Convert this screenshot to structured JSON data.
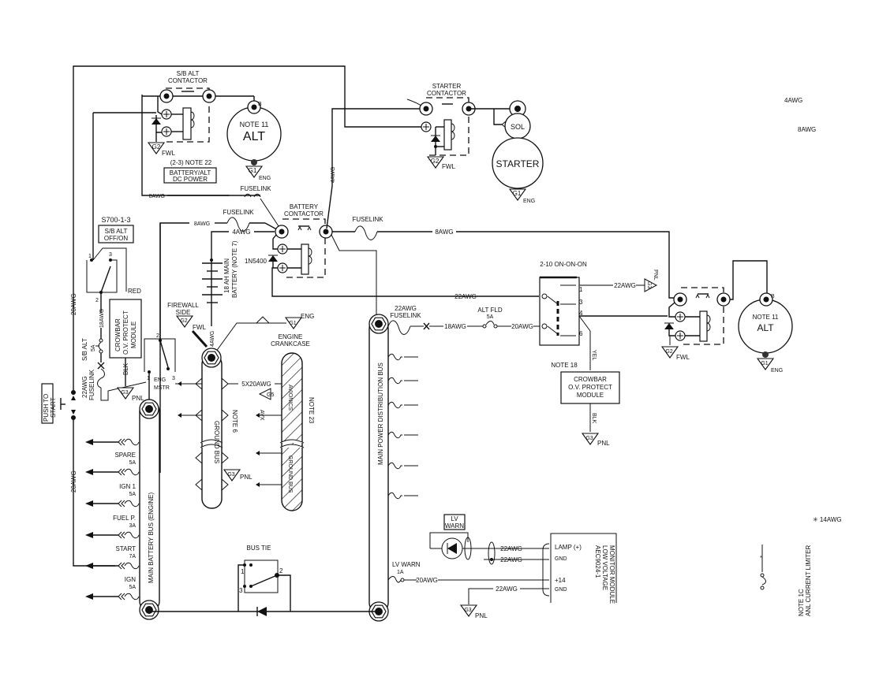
{
  "diagram": {
    "title": "Aircraft electrical system schematic",
    "sb_alt_contactor": {
      "label_1": "S/B ALT",
      "label_2": "CONTACTOR"
    },
    "alt_top": {
      "note": "NOTE 11",
      "name": "ALT",
      "terminal": "B",
      "ground": "G1",
      "ground_loc": "ENG"
    },
    "sb_contactor_ground": {
      "id": "G2",
      "loc": "FWL"
    },
    "power_note": "(2-3) NOTE 22",
    "power_box": {
      "line1": "BATTERY/ALT",
      "line2": "DC POWER"
    },
    "starter_contactor": {
      "label_1": "STARTER",
      "label_2": "CONTACTOR",
      "ground": "G2",
      "ground_loc": "FWL"
    },
    "starter": {
      "solenoid": "SOL",
      "name": "STARTER",
      "ground": "G1",
      "ground_loc": "ENG"
    },
    "legend_right": {
      "awg_4": "4AWG",
      "awg_8": "8AWG",
      "awg_14": "✳ 14AWG"
    },
    "wires": {
      "sb_8awg": "8AWG",
      "fuselink_top": "FUSELINK",
      "bat_8awg": "8AWG",
      "bat_fuselink": "FUSELINK",
      "bat_4awg": "4AWG",
      "starter_4awg": "4AWG",
      "main_fuselink": "FUSELINK",
      "main_8awg": "8AWG",
      "switch_22awg": "22AWG",
      "pnl_22awg": "22AWG",
      "left_20awg_top": "20AWG",
      "left_20awg_bot": "20AWG",
      "sb_18awg": "18AWG",
      "sb_22awg": "22AWG",
      "sb_fuselink": "FUSELINK",
      "gnd_4awg": "4AWG",
      "gnd_5x20": "5X20AWG",
      "dist_22awg": "22AWG",
      "dist_fuselink": "FUSELINK",
      "fld_18awg": "18AWG",
      "fld_20awg": "20AWG",
      "crowbar_yel": "YEL",
      "crowbar_blk": "BLK",
      "left_red": "RED",
      "left_blk": "BLK",
      "lv_22awg_1": "22AWG",
      "lv_22awg_2": "22AWG",
      "lv_20awg": "20AWG",
      "lv_22awg_gnd": "22AWG"
    },
    "battery_contactor": {
      "label_1": "BATTERY",
      "label_2": "CONTACTOR",
      "diode": "1N5400"
    },
    "battery": {
      "line1": "18 AH MAIN",
      "line2": "BATTERY (NOTE 7)"
    },
    "sb_switch": {
      "part": "S700-1-3",
      "line1": "S/B ALT",
      "line2": "OFF/ON",
      "pins": [
        "1",
        "3",
        "2"
      ]
    },
    "left_crowbar": {
      "line1": "CROWBAR",
      "line2": "O.V. PROTECT",
      "line3": "MODULE",
      "ground": "G3",
      "ground_loc": "PNL"
    },
    "sb_alt_breaker": {
      "name": "S/B ALT",
      "rating": "5A"
    },
    "push_to_start": {
      "line1": "PUSH TO",
      "line2": "START"
    },
    "firewall": {
      "line1": "FIREWALL",
      "line2": "SIDE",
      "ground": "G2",
      "ground_loc": "FWL"
    },
    "eng_mstr": {
      "line1": "ENG",
      "line2": "MSTR",
      "pins": [
        "2",
        "1",
        "3"
      ]
    },
    "engine_ground": {
      "id": "G1",
      "loc": "ENG",
      "line1": "ENGINE",
      "line2": "CRANKCASE"
    },
    "ground_bus": {
      "name": "GROUND BUS",
      "note": "NOTE 6",
      "ground": "G3",
      "ground_loc": "PNL"
    },
    "avionics_bus": {
      "top": "AVIONICS",
      "bottom": "GROUND BUS",
      "note": "NOTE 23",
      "ground": "G5",
      "ground_loc": "AVX"
    },
    "main_battery_bus": {
      "name": "MAIN BATTERY BUS (ENGINE)",
      "breakers": [
        {
          "name": "",
          "rating": ""
        },
        {
          "name": "SPARE",
          "rating": "5A"
        },
        {
          "name": "IGN 1",
          "rating": "5A"
        },
        {
          "name": "FUEL P.",
          "rating": "3A"
        },
        {
          "name": "START",
          "rating": "7A"
        },
        {
          "name": "IGN",
          "rating": "5A"
        }
      ]
    },
    "main_power_bus": {
      "name": "MAIN POWER DISTRIBUTION BUS"
    },
    "alt_fld": {
      "name": "ALT FLD",
      "rating": "5A"
    },
    "alt_switch": {
      "name": "2-10 ON-ON-ON",
      "pins": [
        "1",
        "3",
        "4",
        "6"
      ],
      "ground": "G3",
      "ground_loc": "PNL"
    },
    "right_crowbar": {
      "note": "NOTE 18",
      "line1": "CROWBAR",
      "line2": "O.V. PROTECT",
      "line3": "MODULE",
      "ground": "G3",
      "ground_loc": "PNL"
    },
    "alt_right": {
      "note": "NOTE 11",
      "name": "ALT",
      "terminal": "B",
      "ground": "G1",
      "ground_loc": "ENG",
      "contactor_ground": "G2",
      "contactor_ground_loc": "FWL"
    },
    "bus_tie": {
      "name": "BUS TIE",
      "pins": [
        "1",
        "2",
        "3"
      ]
    },
    "lv_warn_lamp": {
      "line1": "LV",
      "line2": "WARN"
    },
    "lv_warn_breaker": {
      "name": "LV WARN",
      "rating": "1A"
    },
    "lv_module": {
      "part": "AEC9024-1",
      "line1": "LOW VOLTAGE",
      "line2": "MONITOR MODULE",
      "pins": [
        "LAMP (+)",
        "GND",
        "+14",
        "GND"
      ],
      "ground": "G3",
      "ground_loc": "PNL"
    },
    "anl_note": {
      "line1": "NOTE 1C",
      "line2": "ANL CURRENT LIMITER"
    }
  }
}
